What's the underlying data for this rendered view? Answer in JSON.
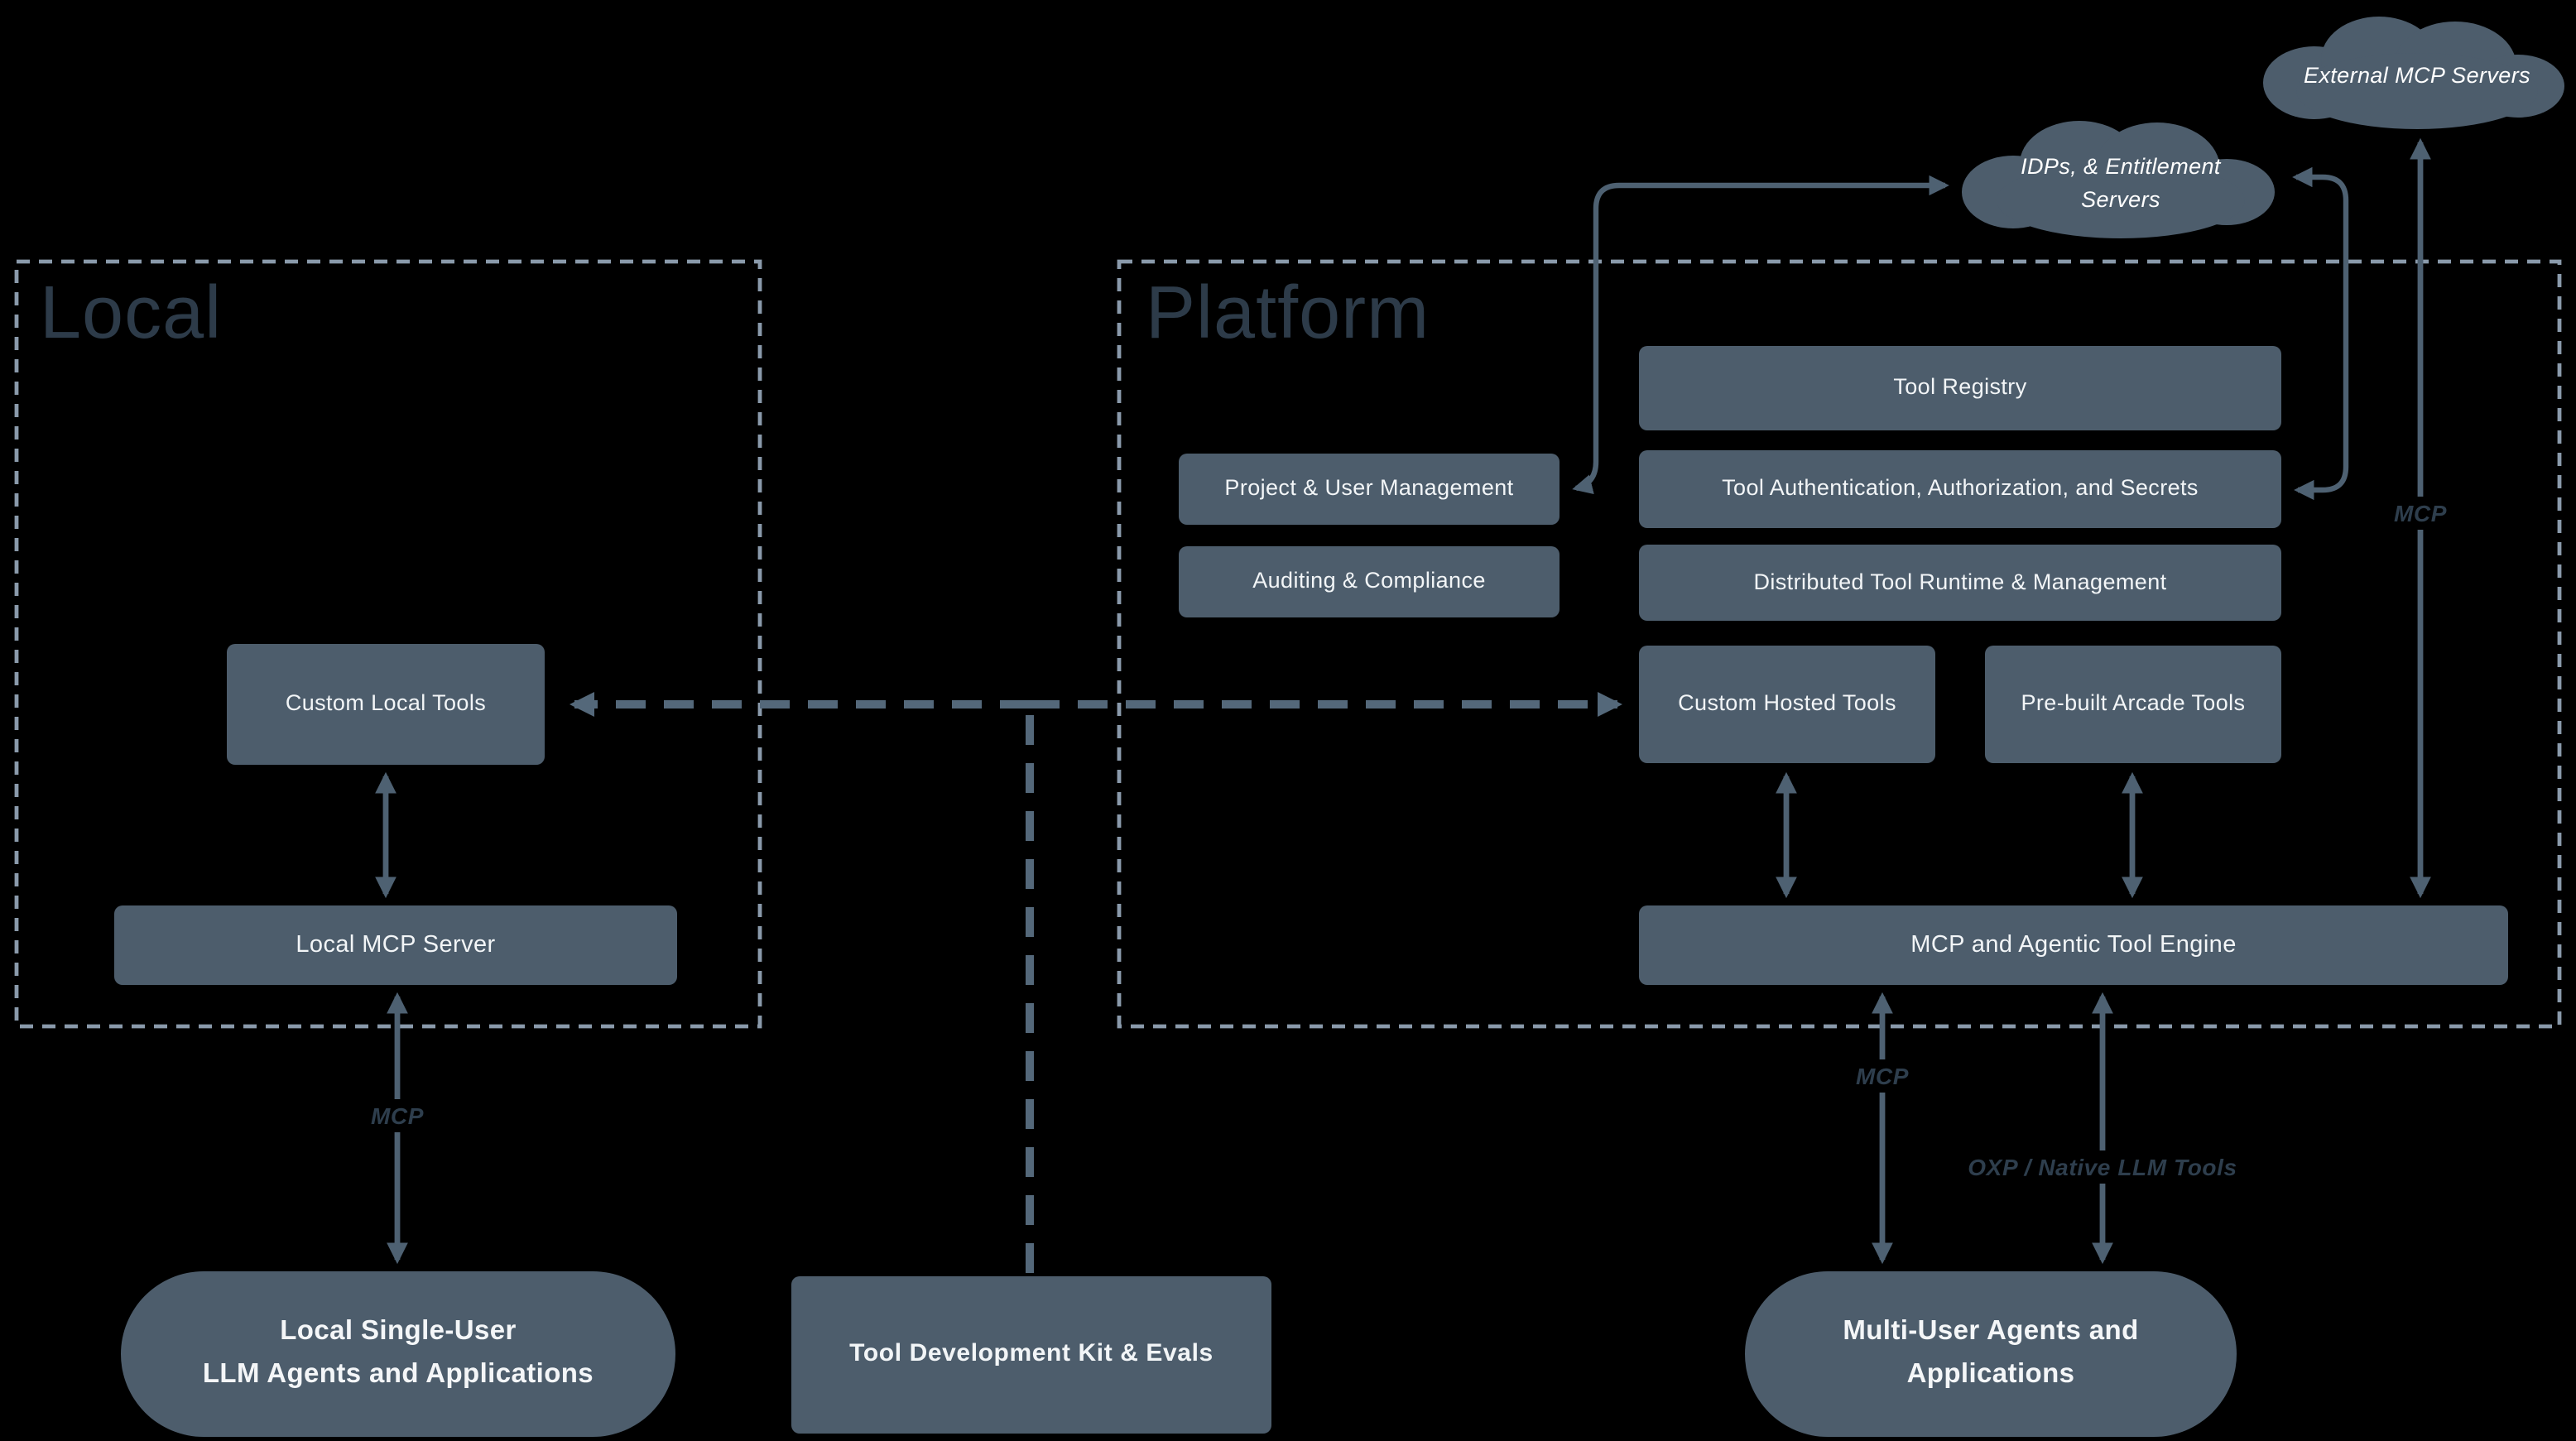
{
  "canvas": {
    "background": "#000000"
  },
  "colors": {
    "node_fill": "#4d5d6c",
    "node_text": "#f2f5f7",
    "solid_arrow": "#4e6172",
    "dashed_connector": "#54687a",
    "region_border": "#8a9aab",
    "region_title": "#2d3b49",
    "edge_label_text": "#2e3e4d"
  },
  "regions": {
    "local": {
      "title": "Local"
    },
    "platform": {
      "title": "Platform"
    }
  },
  "clouds": {
    "external_mcp": {
      "label": "External MCP Servers"
    },
    "idps": {
      "label_line1": "IDPs, & Entitlement",
      "label_line2": "Servers"
    }
  },
  "nodes": {
    "tool_registry": "Tool Registry",
    "project_user_management": "Project & User Management",
    "tool_auth": "Tool Authentication, Authorization, and Secrets",
    "auditing_compliance": "Auditing & Compliance",
    "distributed_runtime": "Distributed Tool Runtime & Management",
    "custom_hosted_tools": "Custom Hosted Tools",
    "prebuilt_arcade_tools": "Pre-built Arcade Tools",
    "custom_local_tools": "Custom Local Tools",
    "local_mcp_server": "Local MCP Server",
    "mcp_engine": "MCP and Agentic Tool Engine",
    "tool_dev_kit": "Tool Development Kit & Evals"
  },
  "pills": {
    "local_agents_line1": "Local Single-User",
    "local_agents_line2": "LLM Agents and Applications",
    "multi_agents_line1": "Multi-User Agents and",
    "multi_agents_line2": "Applications"
  },
  "edge_labels": {
    "mcp_local": "MCP",
    "mcp_engine": "MCP",
    "mcp_external": "MCP",
    "oxp": "OXP / Native LLM Tools"
  }
}
